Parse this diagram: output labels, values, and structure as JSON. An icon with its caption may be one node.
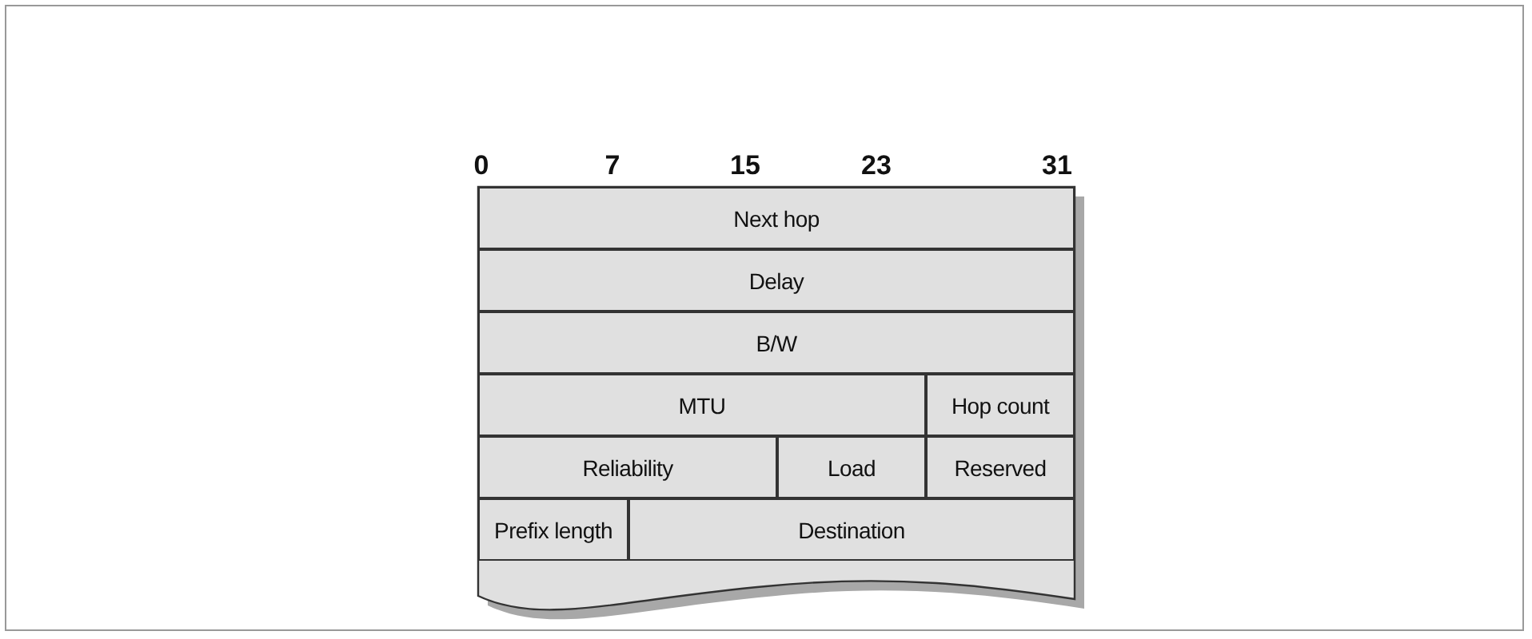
{
  "diagram": {
    "nodes": [
      {
        "text": [
          "Next hop"
        ]
      },
      {
        "text": [
          "Delay"
        ]
      },
      {
        "text": [
          "B/W"
        ]
      },
      {
        "text": [
          "MTU"
        ]
      },
      {
        "text": [
          "Hop count"
        ]
      },
      {
        "text": [
          "Reliability"
        ]
      },
      {
        "text": [
          "Load"
        ]
      },
      {
        "text": [
          "Reserved"
        ]
      },
      {
        "text": [
          "Prefix length"
        ]
      },
      {
        "text": [
          "Destination"
        ]
      }
    ],
    "labels": [
      "0",
      "7",
      "15",
      "23",
      "31"
    ]
  }
}
